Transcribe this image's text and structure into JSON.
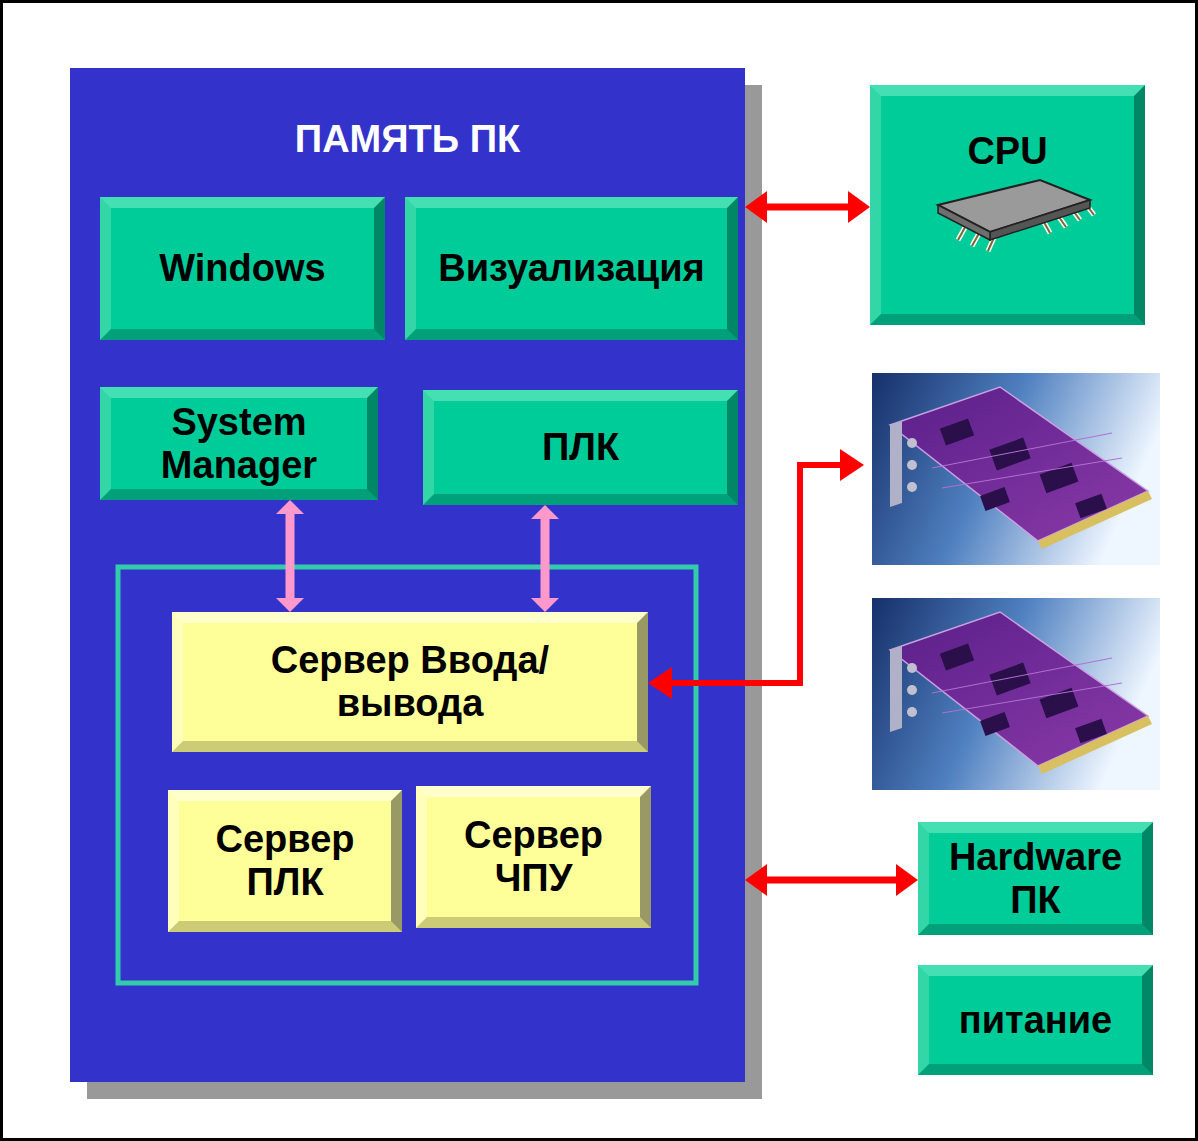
{
  "diagram": {
    "nodes": [
      {
        "text": [
          "ПАМЯТЬ ПК"
        ]
      },
      {
        "text": [
          "Windows"
        ],
        "in": 0
      },
      {
        "text": [
          "Визуализация"
        ],
        "in": 0
      },
      {
        "text": [
          "System Manager"
        ],
        "in": 0
      },
      {
        "text": [
          "ПЛК"
        ],
        "in": 0
      },
      {
        "text": [
          "Сервер Ввода/вывода"
        ],
        "in": 0
      },
      {
        "text": [
          "Сервер ПЛК"
        ],
        "in": 0
      },
      {
        "text": [
          "Сервер ЧПУ"
        ],
        "in": 0
      },
      {
        "text": [
          "CPU"
        ]
      },
      {
        "text": [
          "Hardware ПК"
        ]
      },
      {
        "text": [
          "питание"
        ]
      }
    ],
    "edges": [
      {
        "from": 0,
        "to": 8,
        "arrow": "both"
      },
      {
        "from": 3,
        "to": 5,
        "arrow": "both"
      },
      {
        "from": 4,
        "to": 5,
        "arrow": "both"
      },
      {
        "from": 0,
        "to": 9,
        "arrow": "both"
      }
    ]
  }
}
